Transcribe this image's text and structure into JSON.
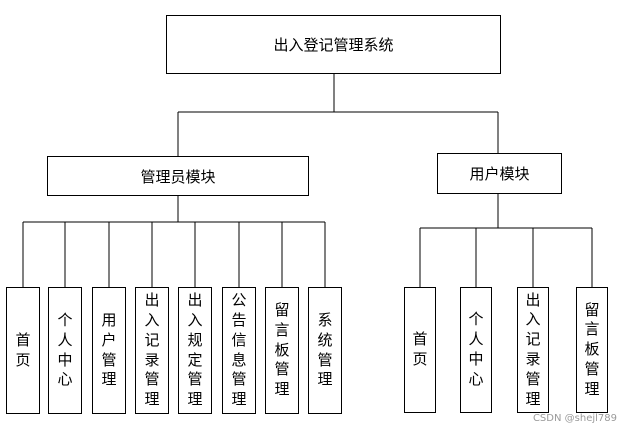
{
  "title": "出入登记管理系统",
  "admin": {
    "label": "管理员模块",
    "children": [
      "首页",
      "个人中心",
      "用户管理",
      "出入记录管理",
      "出入规定管理",
      "公告信息管理",
      "留言板管理",
      "系统管理"
    ]
  },
  "user": {
    "label": "用户模块",
    "children": [
      "首页",
      "个人中心",
      "出入记录管理",
      "留言板管理"
    ]
  },
  "watermark": "CSDN @shejl789"
}
